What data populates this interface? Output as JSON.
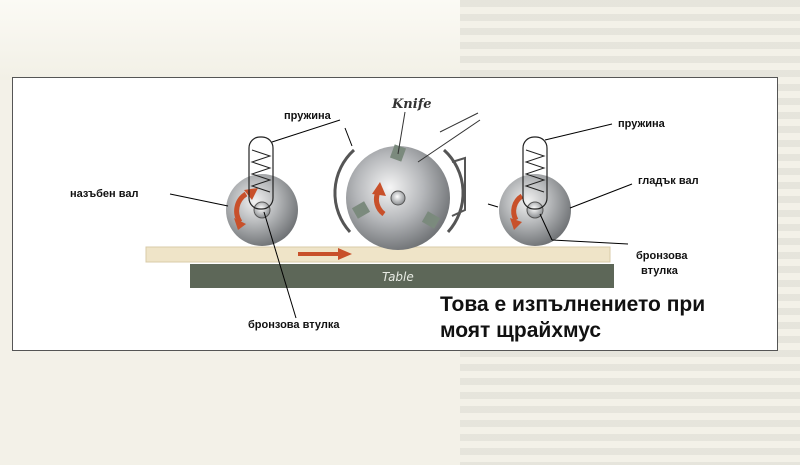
{
  "labels": {
    "spring_left": "пружина",
    "spring_right": "пружина",
    "knife": "Knife",
    "knurled_roller": "назъбен вал",
    "smooth_roller": "гладък вал",
    "bronze_bushing_left": "бронзова втулка",
    "bronze_bushing_right_line1": "бронзова",
    "bronze_bushing_right_line2": "втулка",
    "table": "Table"
  },
  "caption": {
    "line1": "Това е изпълнението при",
    "line2": "моят щрайхмус"
  },
  "colors": {
    "roller": "#a9abad",
    "arrow": "#c8502a",
    "board": "#efe4c8",
    "table": "#5d6758"
  }
}
